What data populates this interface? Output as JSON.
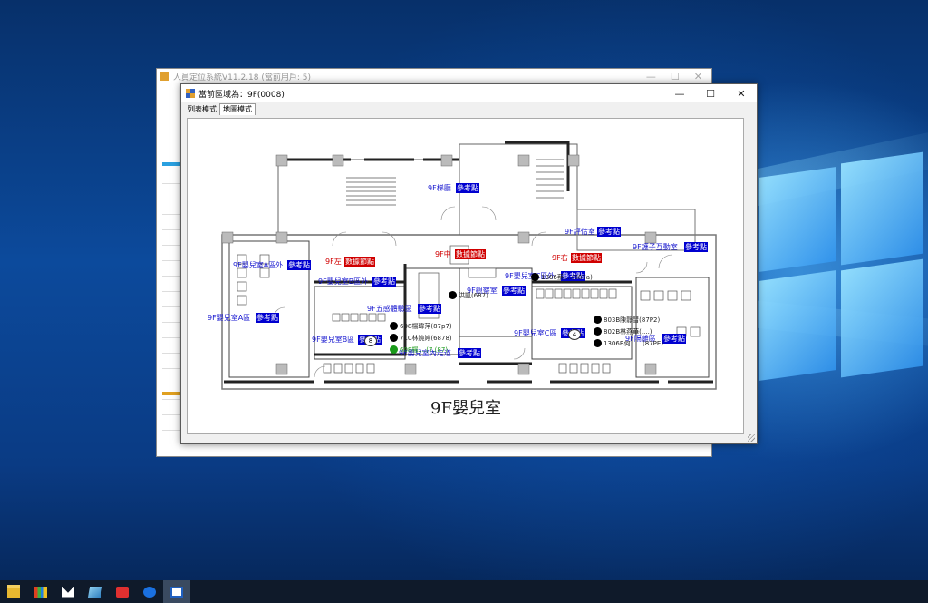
{
  "back_window": {
    "title": "人員定位系統V11.2.18 (當前用戶: 5)"
  },
  "main_window": {
    "title": "當前區域為：9F(0008)",
    "tabs": [
      {
        "label": "列表模式"
      },
      {
        "label": "地圖模式"
      }
    ],
    "active_tab": 1
  },
  "floor": {
    "title": "9F嬰兒室",
    "zones": [
      {
        "label": "9F梯廳",
        "tag": "參考點",
        "tag_type": "blue"
      },
      {
        "label": "9F中",
        "tag": "數據節點",
        "tag_type": "red"
      },
      {
        "label": "9F左",
        "tag": "數據節點",
        "tag_type": "red"
      },
      {
        "label": "9F右",
        "tag": "數據節點",
        "tag_type": "red"
      },
      {
        "label": "9F評估室",
        "tag": "參考點",
        "tag_type": "blue"
      },
      {
        "label": "9F護子互動室",
        "tag": "參考點",
        "tag_type": "blue"
      },
      {
        "label": "9F嬰兒室A區外",
        "tag": "參考點",
        "tag_type": "blue"
      },
      {
        "label": "9F嬰兒室B區外",
        "tag": "參考點",
        "tag_type": "blue"
      },
      {
        "label": "9F嬰兒室C區外",
        "tag": "參考點",
        "tag_type": "blue"
      },
      {
        "label": "9F觀察室",
        "tag": "參考點",
        "tag_type": "blue"
      },
      {
        "label": "9F五感體驗區",
        "tag": "參考點",
        "tag_type": "blue"
      },
      {
        "label": "9F嬰兒室A區",
        "tag": "參考點",
        "tag_type": "blue"
      },
      {
        "label": "9F嬰兒室B區",
        "tag": "參考點",
        "tag_type": "blue"
      },
      {
        "label": "9F嬰兒室C區",
        "tag": "參考點",
        "tag_type": "blue"
      },
      {
        "label": "9F嬰兒室內走道",
        "tag": "參考點",
        "tag_type": "blue"
      },
      {
        "label": "9F隔離區",
        "tag": "參考點",
        "tag_type": "blue"
      }
    ],
    "people": [
      {
        "label": "洪凱(687)",
        "color": "#000000"
      },
      {
        "label": "1306蔡....(687a)",
        "color": "#000000"
      },
      {
        "label": "608楊瑋萍(87p7)",
        "color": "#000000"
      },
      {
        "label": "710林婉婷(6878)",
        "color": "#000000"
      },
      {
        "label": "608楊....(7.(87)",
        "color": "#1a9a1a"
      },
      {
        "label": "803B陳靜彗(87P2)",
        "color": "#000000"
      },
      {
        "label": "802B林燕華(....)",
        "color": "#000000"
      },
      {
        "label": "1306B何......(87PE)",
        "color": "#000000"
      }
    ],
    "badges": [
      {
        "label": "8"
      },
      {
        "label": "4"
      }
    ]
  },
  "taskbar": {
    "apps": [
      {
        "icon": "file-explorer-icon"
      },
      {
        "icon": "store-icon"
      },
      {
        "icon": "mail-icon"
      },
      {
        "icon": "notepad-icon"
      },
      {
        "icon": "anydesk-icon"
      },
      {
        "icon": "teamviewer-icon"
      },
      {
        "icon": "positioning-app-icon"
      }
    ]
  }
}
